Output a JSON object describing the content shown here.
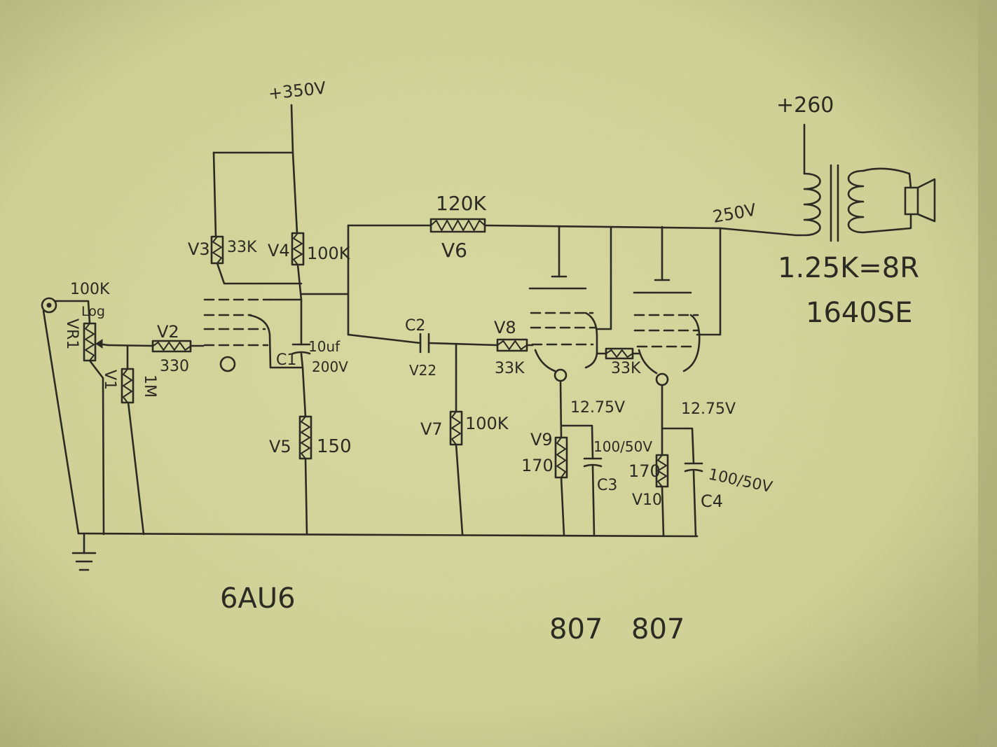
{
  "colors": {
    "paper": "#d8da9f",
    "ink": "#2b2b24"
  },
  "icons": {
    "input": "input-jack-icon",
    "ground": "ground-icon",
    "speaker": "speaker-icon",
    "transformer": "transformer-icon"
  },
  "supply": {
    "driver_rail": "+350V",
    "output_rail": "+260",
    "plate_node": "250V"
  },
  "input": {
    "vr1": {
      "designator": "VR1",
      "value": "100K",
      "taper": "Log"
    },
    "v1": {
      "designator": "V1",
      "value": "1M"
    },
    "v2": {
      "designator": "V2",
      "value": "330"
    }
  },
  "driver_stage": {
    "tube": "6AU6",
    "v3": {
      "designator": "V3",
      "value": "33K"
    },
    "v4": {
      "designator": "V4",
      "value": "100K"
    },
    "v5": {
      "designator": "V5",
      "value": "150"
    },
    "c1": {
      "designator": "C1",
      "value": "10uf",
      "voltage": "200V"
    }
  },
  "coupling": {
    "v6": {
      "designator": "V6",
      "value": "120K"
    },
    "c2": {
      "designator": "C2",
      "value": "V22"
    },
    "v7": {
      "designator": "V7",
      "value": "100K"
    }
  },
  "output_stage": {
    "tubes": [
      "807",
      "807"
    ],
    "v8": {
      "designator": "V8",
      "value": "33K"
    },
    "grid_resistor_2": {
      "value": "33K"
    },
    "v9": {
      "designator": "V9",
      "value": "170"
    },
    "v10": {
      "designator": "V10",
      "value": "170"
    },
    "c3": {
      "designator": "C3",
      "value": "100/50V"
    },
    "c4": {
      "designator": "C4",
      "value": "100/50V"
    },
    "cathode_voltage_1": "12.75V",
    "cathode_voltage_2": "12.75V"
  },
  "transformer": {
    "impedance": "1.25K=8R",
    "model": "1640SE"
  }
}
